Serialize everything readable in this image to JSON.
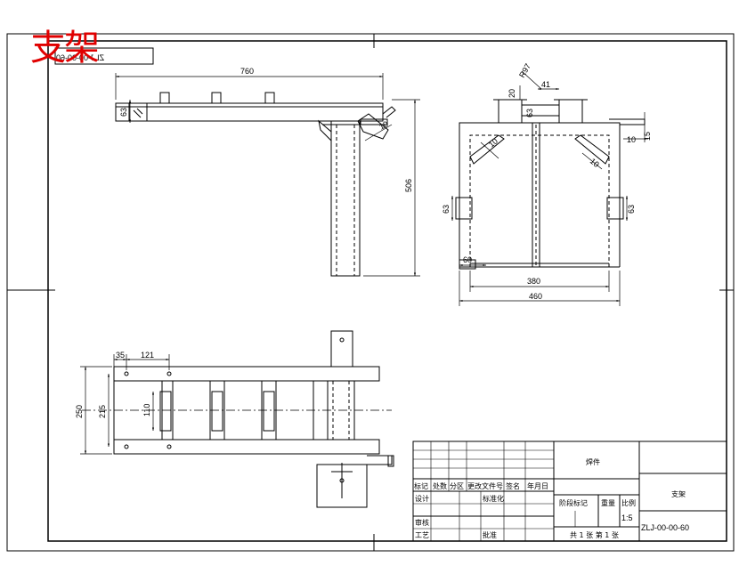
{
  "stamp_text": "支架",
  "drawing_number_mirrored": "ZLJ-00-00-60",
  "dimensions": {
    "side_length": "760",
    "side_height": "506",
    "side_flange": "63",
    "side_weld": "10",
    "front_angle": "R97",
    "front_20": "20",
    "front_41": "41",
    "front_63_top": "63",
    "front_weld_left": "10",
    "front_weld_right": "10",
    "front_10": "10",
    "front_15": "15",
    "front_63_left": "63",
    "front_63_right": "63",
    "front_60": "60",
    "front_380": "380",
    "front_460": "460",
    "plan_35": "35",
    "plan_121": "121",
    "plan_250": "250",
    "plan_215": "215",
    "plan_110": "110"
  },
  "title_block": {
    "part_name": "焊件",
    "drawing_title": "支架",
    "drawing_number": "ZLJ-00-00-60",
    "scale": "1:5",
    "sheets": "共 1 张  第 1 张",
    "h_mark": "标记",
    "h_count": "处数",
    "h_zone": "分区",
    "h_doc": "更改文件号",
    "h_sign": "签名",
    "h_date": "年月日",
    "r_design": "设计",
    "r_standard": "标准化",
    "r_stage": "阶段标记",
    "r_weight": "重量",
    "r_scale": "比例",
    "r_check": "审核",
    "r_process": "工艺",
    "r_approve": "批准"
  }
}
